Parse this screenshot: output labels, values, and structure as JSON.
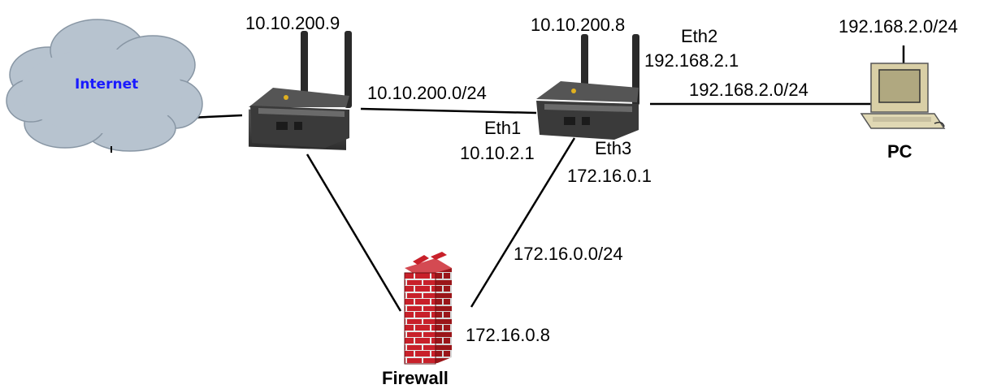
{
  "internet": {
    "label": "Internet",
    "label_color": "#1a1aff",
    "cloud_color": "#b7c3cf"
  },
  "router1": {
    "ip": "10.10.200.9"
  },
  "router2": {
    "ip": "10.10.200.8",
    "eth1_name": "Eth1",
    "eth1_ip": "10.10.2.1",
    "eth2_name": "Eth2",
    "eth2_ip": "192.168.2.1",
    "eth3_name": "Eth3",
    "eth3_ip": "172.16.0.1"
  },
  "links": {
    "wan_net": "10.10.200.0/24",
    "lan_net": "192.168.2.0/24",
    "dmz_net": "172.16.0.0/24"
  },
  "pc": {
    "label": "PC",
    "network": "192.168.2.0/24"
  },
  "firewall": {
    "label": "Firewall",
    "ip": "172.16.0.8",
    "brick_color": "#c8202a"
  }
}
